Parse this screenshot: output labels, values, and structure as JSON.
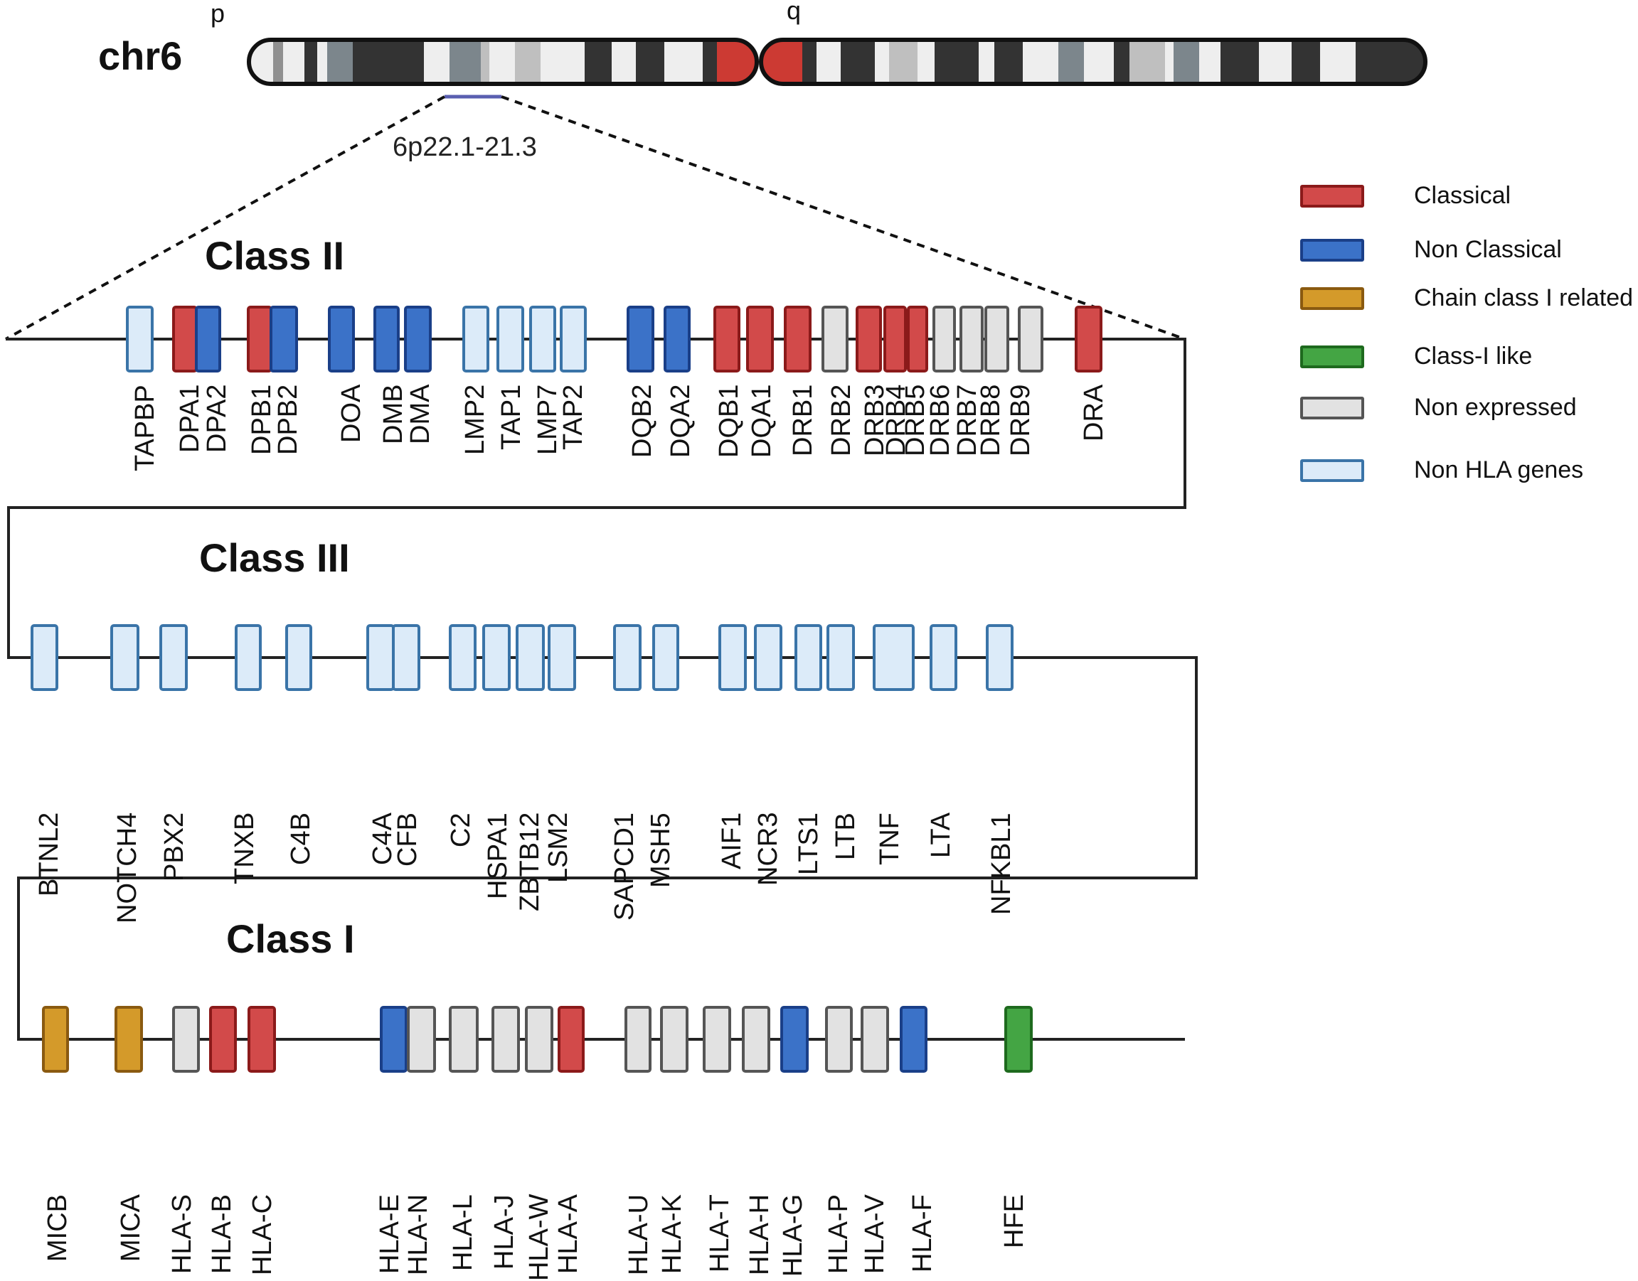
{
  "chromosome": {
    "name": "chr6",
    "p_arm": "p",
    "q_arm": "q",
    "band": "6p22.1-21.3"
  },
  "legend": [
    {
      "key": "classical",
      "label": "Classical",
      "fill": "#d24a4a",
      "stroke": "#8b1a1a"
    },
    {
      "key": "nonclassical",
      "label": "Non Classical",
      "fill": "#3b72c8",
      "stroke": "#1a3f88"
    },
    {
      "key": "chain",
      "label": "Chain class I related",
      "fill": "#d49a2a",
      "stroke": "#8a5a10"
    },
    {
      "key": "classlike",
      "label": "Class-I like",
      "fill": "#44a544",
      "stroke": "#1e6a1e"
    },
    {
      "key": "nonexpr",
      "label": "Non expressed",
      "fill": "#e2e2e2",
      "stroke": "#555555"
    },
    {
      "key": "nonhla",
      "label": "Non HLA genes",
      "fill": "#dcebf9",
      "stroke": "#3a74a8"
    }
  ],
  "classes": [
    {
      "title": "Class II",
      "genes": [
        {
          "name": "TAPBP",
          "type": "nonhla"
        },
        {
          "name": "DPA1",
          "type": "classical"
        },
        {
          "name": "DPA2",
          "type": "nonclassical"
        },
        {
          "name": "DPB1",
          "type": "classical"
        },
        {
          "name": "DPB2",
          "type": "nonclassical"
        },
        {
          "name": "DOA",
          "type": "nonclassical"
        },
        {
          "name": "DMB",
          "type": "nonclassical"
        },
        {
          "name": "DMA",
          "type": "nonclassical"
        },
        {
          "name": "LMP2",
          "type": "nonhla"
        },
        {
          "name": "TAP1",
          "type": "nonhla"
        },
        {
          "name": "LMP7",
          "type": "nonhla"
        },
        {
          "name": "TAP2",
          "type": "nonhla"
        },
        {
          "name": "DQB2",
          "type": "nonclassical"
        },
        {
          "name": "DQA2",
          "type": "nonclassical"
        },
        {
          "name": "DQB1",
          "type": "classical"
        },
        {
          "name": "DQA1",
          "type": "classical"
        },
        {
          "name": "DRB1",
          "type": "classical"
        },
        {
          "name": "DRB2",
          "type": "nonexpr"
        },
        {
          "name": "DRB3",
          "type": "classical"
        },
        {
          "name": "DRB4",
          "type": "classical"
        },
        {
          "name": "DRB5",
          "type": "classical"
        },
        {
          "name": "DRB6",
          "type": "nonexpr"
        },
        {
          "name": "DRB7",
          "type": "nonexpr"
        },
        {
          "name": "DRB8",
          "type": "nonexpr"
        },
        {
          "name": "DRB9",
          "type": "nonexpr"
        },
        {
          "name": "DRA",
          "type": "classical"
        }
      ]
    },
    {
      "title": "Class III",
      "genes": [
        {
          "name": "BTNL2",
          "type": "nonhla"
        },
        {
          "name": "NOTCH4",
          "type": "nonhla"
        },
        {
          "name": "PBX2",
          "type": "nonhla"
        },
        {
          "name": "TNXB",
          "type": "nonhla"
        },
        {
          "name": "C4B",
          "type": "nonhla"
        },
        {
          "name": "C4A",
          "type": "nonhla"
        },
        {
          "name": "CFB",
          "type": "nonhla"
        },
        {
          "name": "C2",
          "type": "nonhla"
        },
        {
          "name": "HSPA1",
          "type": "nonhla"
        },
        {
          "name": "ZBTB12",
          "type": "nonhla"
        },
        {
          "name": "LSM2",
          "type": "nonhla"
        },
        {
          "name": "SAPCD1",
          "type": "nonhla"
        },
        {
          "name": "MSH5",
          "type": "nonhla"
        },
        {
          "name": "AIF1",
          "type": "nonhla"
        },
        {
          "name": "NCR3",
          "type": "nonhla"
        },
        {
          "name": "LTS1",
          "type": "nonhla"
        },
        {
          "name": "LTB",
          "type": "nonhla"
        },
        {
          "name": "TNF",
          "type": "nonhla"
        },
        {
          "name": "LTA",
          "type": "nonhla"
        },
        {
          "name": "NFKBL1",
          "type": "nonhla"
        }
      ]
    },
    {
      "title": "Class I",
      "genes": [
        {
          "name": "MICB",
          "type": "chain"
        },
        {
          "name": "MICA",
          "type": "chain"
        },
        {
          "name": "HLA-S",
          "type": "nonexpr"
        },
        {
          "name": "HLA-B",
          "type": "classical"
        },
        {
          "name": "HLA-C",
          "type": "classical"
        },
        {
          "name": "HLA-E",
          "type": "nonclassical"
        },
        {
          "name": "HLA-N",
          "type": "nonexpr"
        },
        {
          "name": "HLA-L",
          "type": "nonexpr"
        },
        {
          "name": "HLA-J",
          "type": "nonexpr"
        },
        {
          "name": "HLA-W",
          "type": "nonexpr"
        },
        {
          "name": "HLA-A",
          "type": "classical"
        },
        {
          "name": "HLA-U",
          "type": "nonexpr"
        },
        {
          "name": "HLA-K",
          "type": "nonexpr"
        },
        {
          "name": "HLA-T",
          "type": "nonexpr"
        },
        {
          "name": "HLA-H",
          "type": "nonexpr"
        },
        {
          "name": "HLA-G",
          "type": "nonclassical"
        },
        {
          "name": "HLA-P",
          "type": "nonexpr"
        },
        {
          "name": "HLA-V",
          "type": "nonexpr"
        },
        {
          "name": "HLA-F",
          "type": "nonclassical"
        },
        {
          "name": "HFE",
          "type": "classlike"
        }
      ]
    }
  ]
}
